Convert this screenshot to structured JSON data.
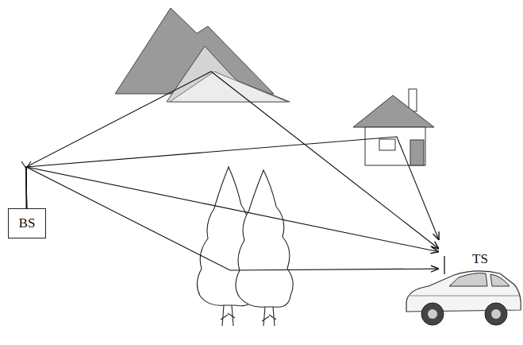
{
  "diagram": {
    "nodes": [
      {
        "text": [
          "BS"
        ]
      },
      {
        "text": [
          "TS"
        ]
      }
    ],
    "edges": [
      {
        "from": 0,
        "to": 1,
        "arrow": "to"
      },
      {
        "from": 0,
        "to": 1,
        "arrow": "to"
      },
      {
        "from": 0,
        "to": 1,
        "arrow": "to"
      },
      {
        "from": 0,
        "to": 1,
        "arrow": "to"
      }
    ]
  }
}
